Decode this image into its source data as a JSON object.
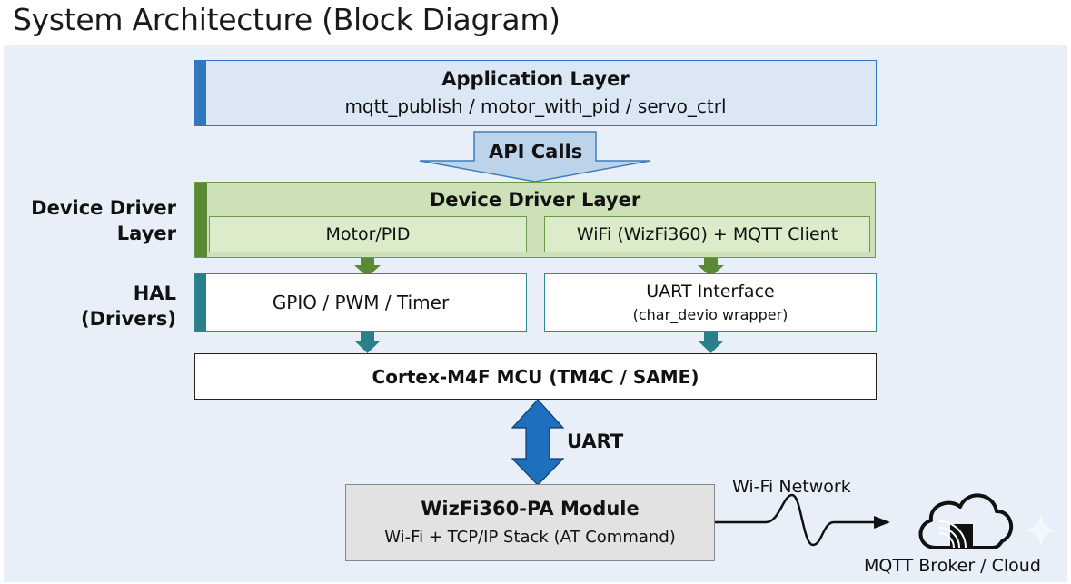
{
  "title": "System Architecture (Block Diagram)",
  "application_layer": {
    "title": "Application Layer",
    "subtitle": "mqtt_publish / motor_with_pid / servo_ctrl"
  },
  "api_arrow_label": "API Calls",
  "device_driver_layer": {
    "side_label_line1": "Device Driver",
    "side_label_line2": "Layer",
    "title": "Device Driver Layer",
    "blocks": [
      "Motor/PID",
      "WiFi (WizFi360) + MQTT Client"
    ]
  },
  "hal_layer": {
    "side_label_line1": "HAL",
    "side_label_line2": "(Drivers)",
    "blocks": [
      {
        "title": "GPIO / PWM / Timer",
        "subtitle": ""
      },
      {
        "title": "UART Interface",
        "subtitle": "(char_devio wrapper)"
      }
    ]
  },
  "mcu": {
    "title": "Cortex-M4F MCU (TM4C / SAME)"
  },
  "uart_link_label": "UART",
  "wifi_module": {
    "title": "WizFi360-PA Module",
    "subtitle": "Wi-Fi + TCP/IP Stack (AT Command)"
  },
  "network_link_label": "Wi-Fi Network",
  "cloud": {
    "label": "MQTT Broker / Cloud",
    "icon": "cloud-wifi-icon"
  },
  "colors": {
    "application": "#2f78bd",
    "driver": "#5b8a36",
    "hal": "#2a7f8a",
    "uart_arrow": "#1f6fbf",
    "background": "#e8eff8"
  }
}
